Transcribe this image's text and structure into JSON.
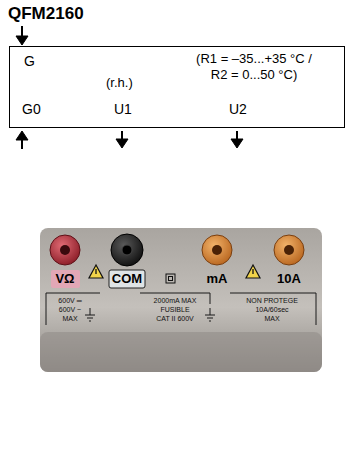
{
  "diagram": {
    "title": "QFM2160",
    "nodes": [
      {
        "text": [
          "G",
          "(R1 = –35...+35 °C / R2 = 0...50 °C)",
          "(r.h.)",
          "G0",
          "U1",
          "U2"
        ]
      },
      {
        "text": [
          "VΩ",
          "COM",
          "mA",
          "10A",
          "600V ═",
          "600V ~",
          "MAX",
          "2000mA MAX",
          "FUSIBLE",
          "CAT II 600V",
          "NON PROTEGE",
          "10A/60sec",
          "MAX"
        ]
      }
    ]
  }
}
